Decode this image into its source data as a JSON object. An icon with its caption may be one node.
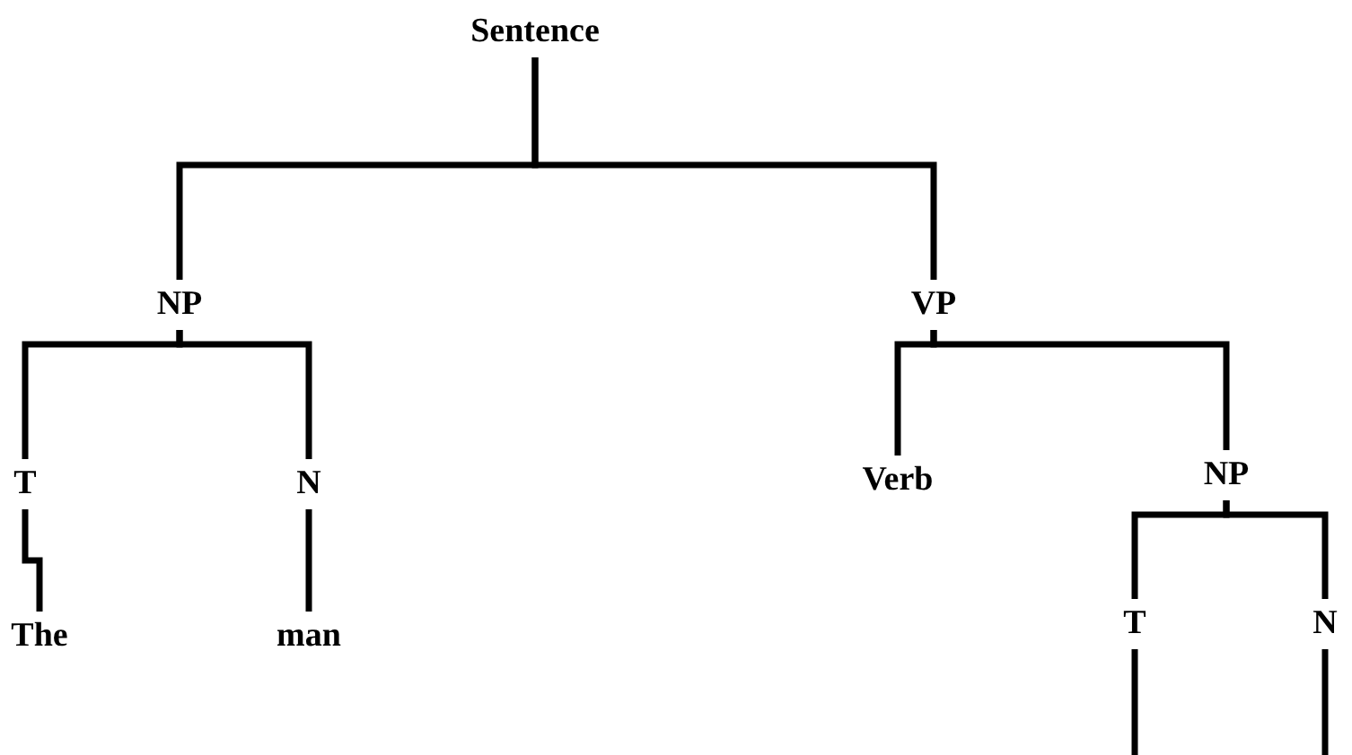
{
  "diagram": {
    "nodes": [
      {
        "text": [
          "Sentence"
        ]
      },
      {
        "text": [
          "NP"
        ]
      },
      {
        "text": [
          "VP"
        ]
      },
      {
        "text": [
          "T"
        ]
      },
      {
        "text": [
          "N"
        ]
      },
      {
        "text": [
          "Verb"
        ]
      },
      {
        "text": [
          "NP"
        ]
      },
      {
        "text": [
          "The"
        ]
      },
      {
        "text": [
          "man"
        ]
      },
      {
        "text": [
          "T"
        ]
      },
      {
        "text": [
          "N"
        ]
      }
    ],
    "edges": [
      {
        "from": 0,
        "to": 1,
        "arrow": "none"
      },
      {
        "from": 0,
        "to": 2,
        "arrow": "none"
      },
      {
        "from": 1,
        "to": 3,
        "arrow": "none"
      },
      {
        "from": 1,
        "to": 4,
        "arrow": "none"
      },
      {
        "from": 3,
        "to": 7,
        "arrow": "none"
      },
      {
        "from": 4,
        "to": 8,
        "arrow": "none"
      },
      {
        "from": 2,
        "to": 5,
        "arrow": "none"
      },
      {
        "from": 2,
        "to": 6,
        "arrow": "none"
      },
      {
        "from": 6,
        "to": 9,
        "arrow": "none"
      },
      {
        "from": 6,
        "to": 10,
        "arrow": "none"
      },
      {
        "from": 9,
        "to": null,
        "arrow": "none"
      },
      {
        "from": 10,
        "to": null,
        "arrow": "none"
      }
    ]
  }
}
